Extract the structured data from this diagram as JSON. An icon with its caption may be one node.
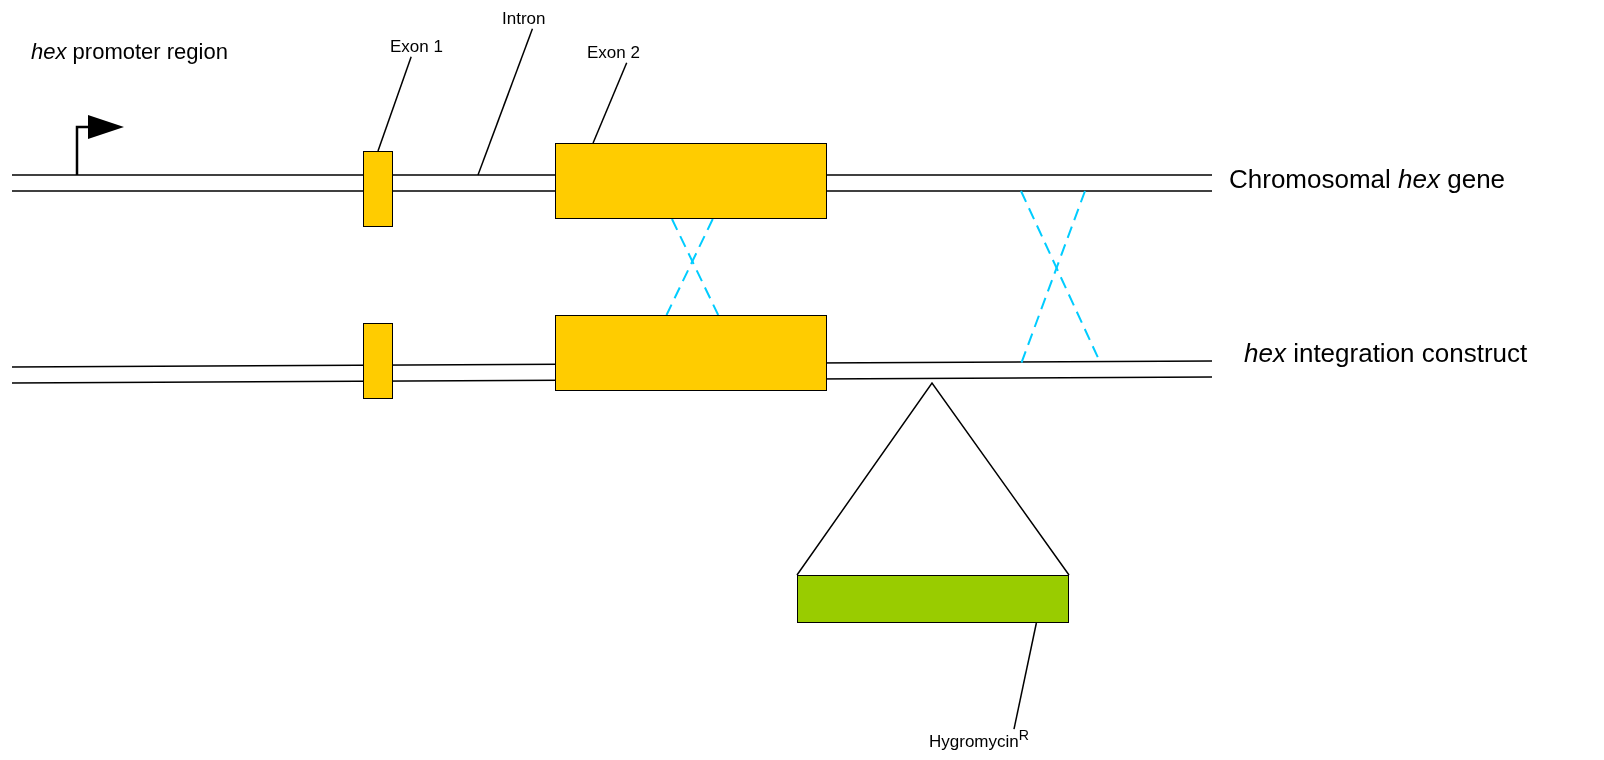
{
  "diagram": {
    "nodes": [
      {
        "text": [
          "Exon 1"
        ]
      },
      {
        "text": [
          "Intron"
        ]
      },
      {
        "text": [
          "Exon 2"
        ]
      },
      {
        "text": [
          "Hygromycin$^{R}$"
        ]
      },
      {
        "text": [],
        "shape": "box"
      },
      {
        "text": [],
        "shape": "box"
      },
      {
        "text": [],
        "shape": "box"
      },
      {
        "text": [],
        "shape": "box"
      },
      {
        "text": [],
        "shape": "box"
      }
    ],
    "edges": [
      {
        "from": 0,
        "to": 4,
        "arrow": "none"
      },
      {
        "from": 1,
        "to": null,
        "arrow": "none"
      },
      {
        "from": 2,
        "to": 5,
        "arrow": "none"
      },
      {
        "from": 3,
        "to": 8,
        "arrow": "none"
      },
      {
        "from": 5,
        "to": 7,
        "arrow": "none",
        "style": "dashed",
        "color": "#00ccff"
      },
      {
        "from": 5,
        "to": 7,
        "arrow": "none",
        "style": "dashed",
        "color": "#00ccff"
      }
    ],
    "labels": [
      "*hex* promoter region",
      "Chromosomal *hex* gene",
      "*hex* integration construct"
    ]
  }
}
